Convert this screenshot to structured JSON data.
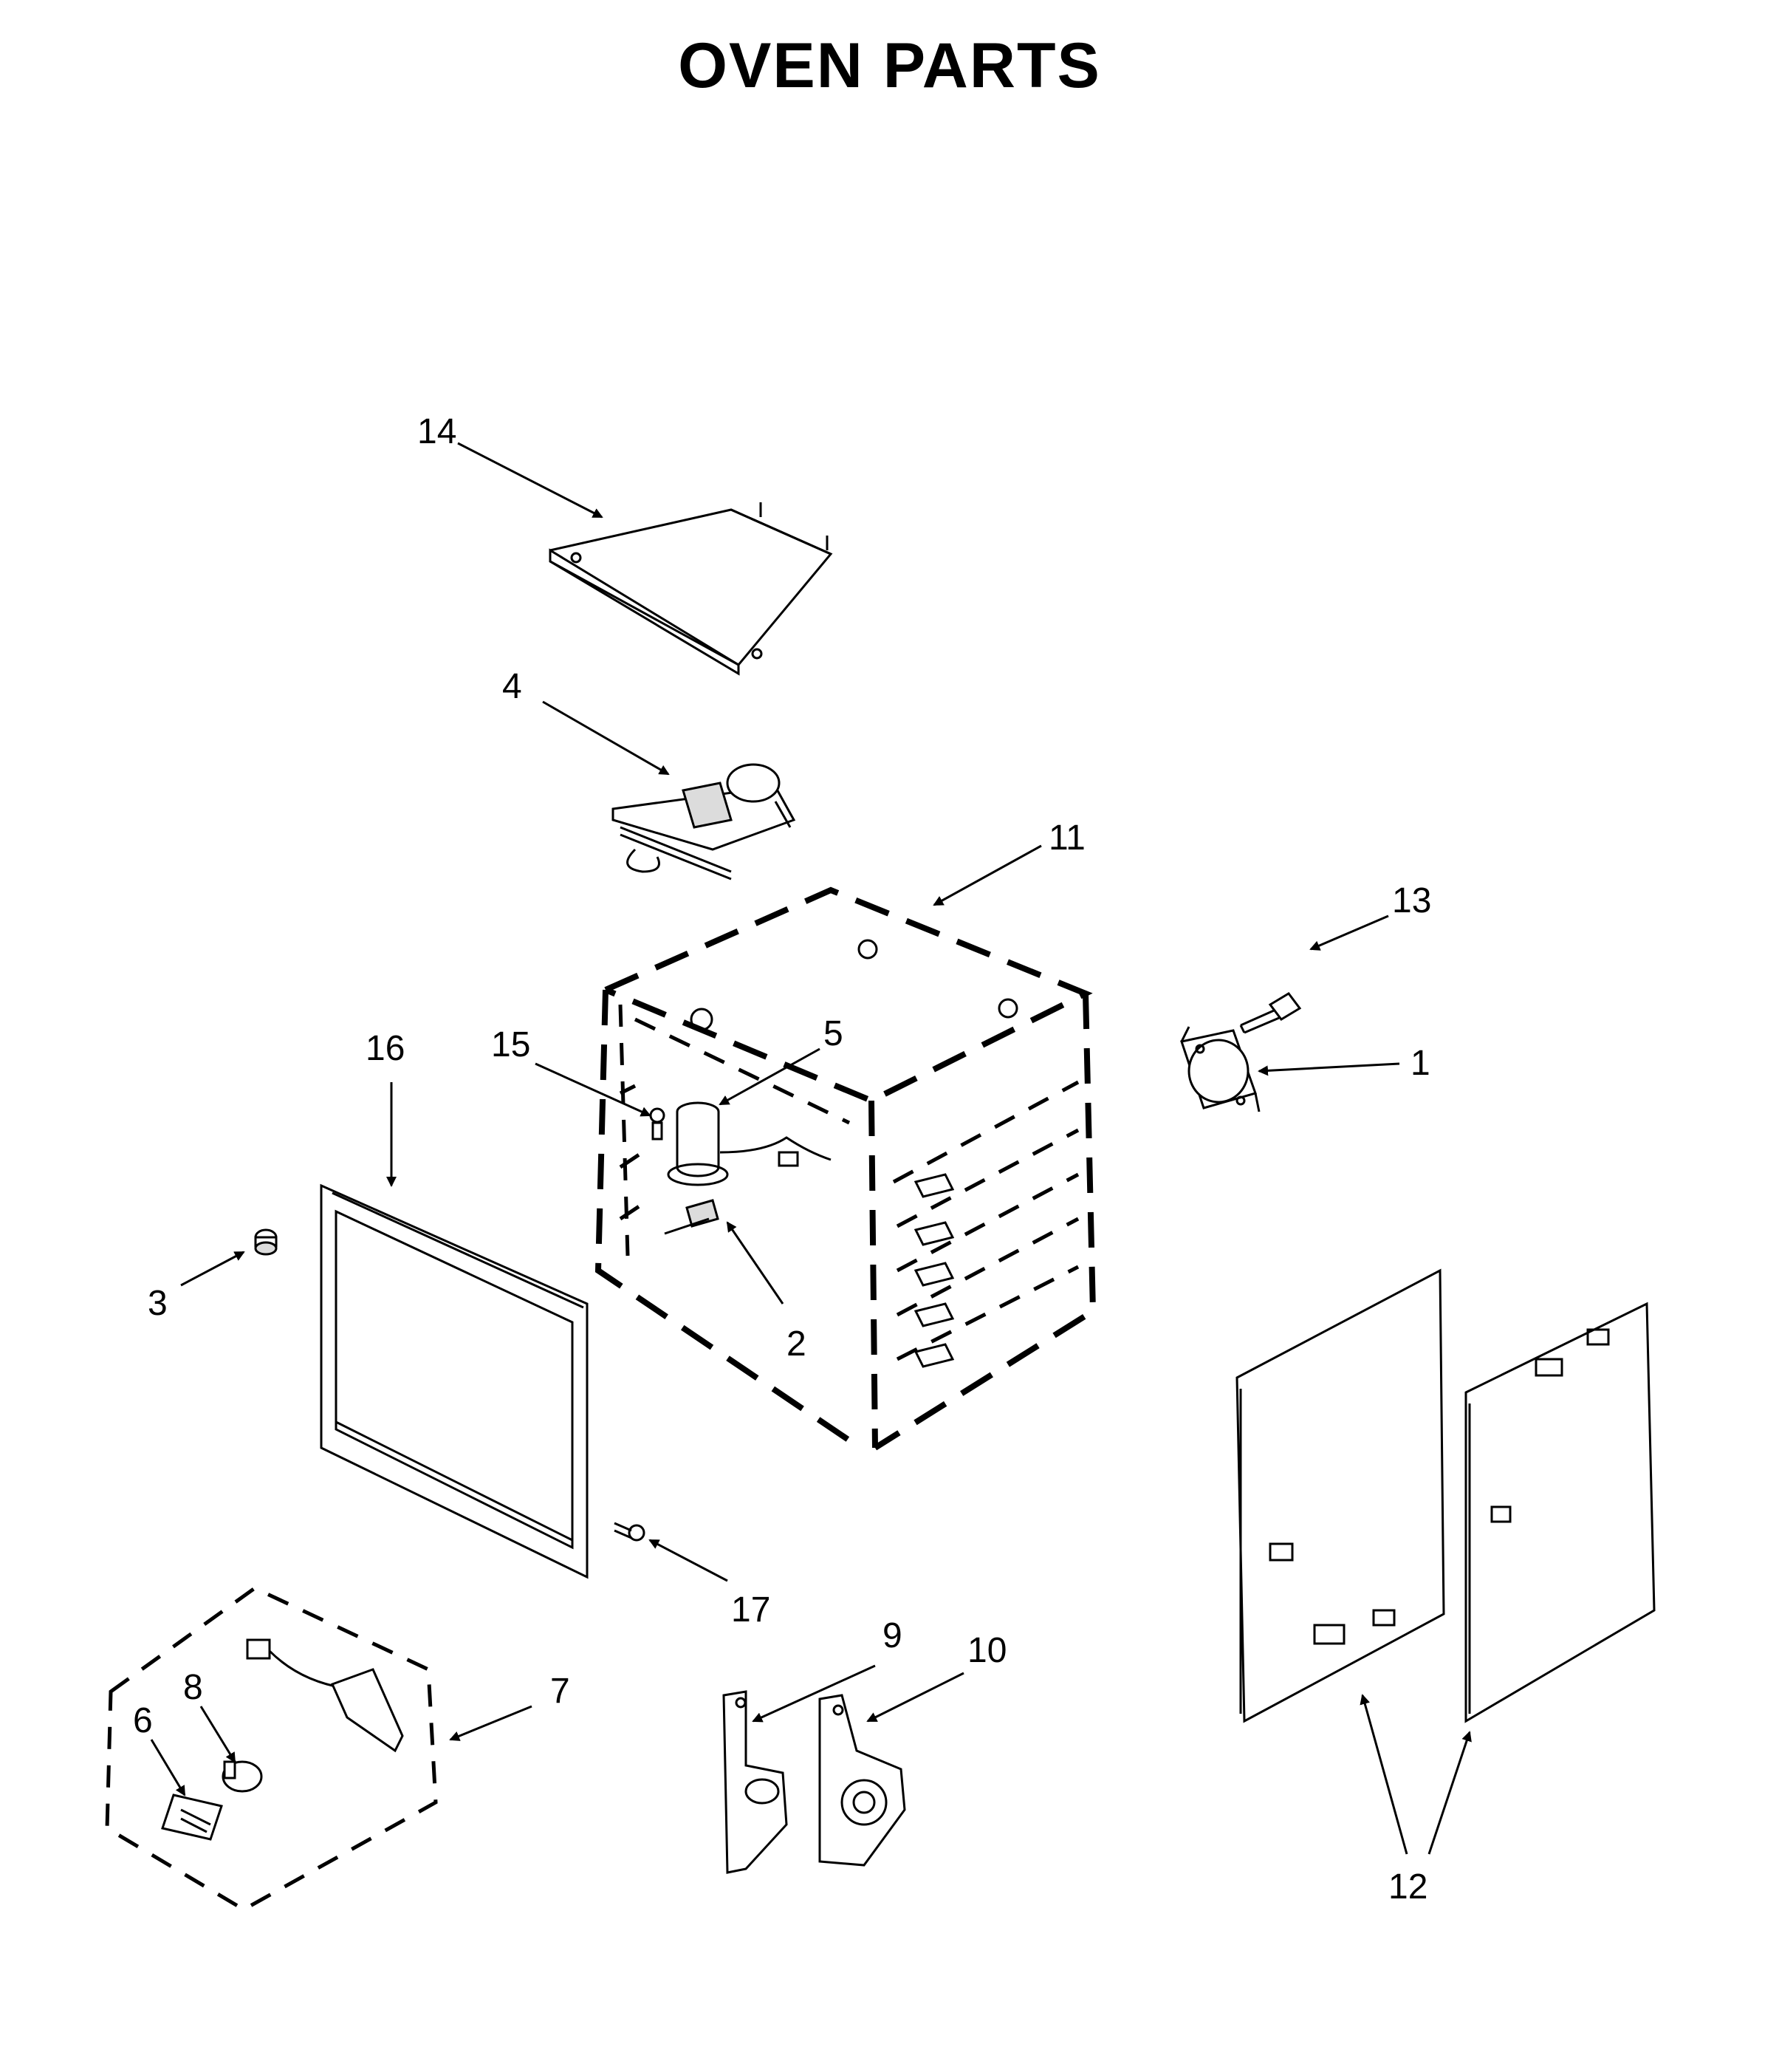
{
  "title": "OVEN PARTS",
  "callouts": [
    {
      "id": "1",
      "label": "1"
    },
    {
      "id": "2",
      "label": "2"
    },
    {
      "id": "3",
      "label": "3"
    },
    {
      "id": "4",
      "label": "4"
    },
    {
      "id": "5",
      "label": "5"
    },
    {
      "id": "6",
      "label": "6"
    },
    {
      "id": "7",
      "label": "7"
    },
    {
      "id": "8",
      "label": "8"
    },
    {
      "id": "9",
      "label": "9"
    },
    {
      "id": "10",
      "label": "10"
    },
    {
      "id": "11",
      "label": "11"
    },
    {
      "id": "12",
      "label": "12"
    },
    {
      "id": "13",
      "label": "13"
    },
    {
      "id": "14",
      "label": "14"
    },
    {
      "id": "15",
      "label": "15"
    },
    {
      "id": "16",
      "label": "16"
    },
    {
      "id": "17",
      "label": "17"
    }
  ]
}
